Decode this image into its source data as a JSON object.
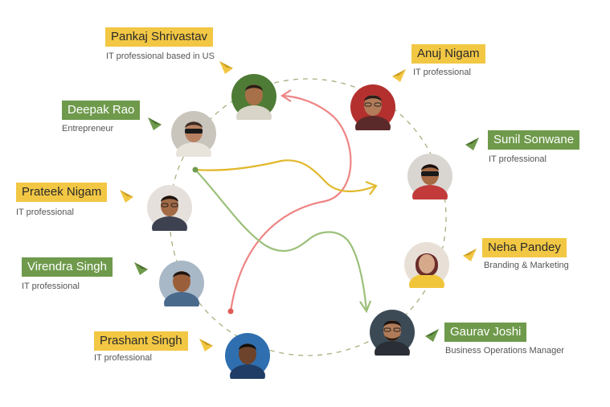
{
  "people": [
    {
      "id": "pankaj",
      "name": "Pankaj Shrivastav",
      "role": "IT professional based in US",
      "label_color": "yellow",
      "skin": "#a87048",
      "hair": "#2a1e16",
      "bg": "#4e7b35"
    },
    {
      "id": "deepak",
      "name": "Deepak Rao",
      "role": "Entrepreneur",
      "label_color": "green",
      "skin": "#b88262",
      "hair": "#3a2c24",
      "bg": "#c9c4bc"
    },
    {
      "id": "prateek",
      "name": "Prateek Nigam",
      "role": "IT professional",
      "label_color": "yellow",
      "skin": "#a26a46",
      "hair": "#1c1410",
      "bg": "#e6e0dc"
    },
    {
      "id": "virendra",
      "name": "Virendra Singh",
      "role": "IT professional",
      "label_color": "green",
      "skin": "#9a5f3a",
      "hair": "#1e1510",
      "bg": "#a9b8c6"
    },
    {
      "id": "prashant",
      "name": "Prashant Singh",
      "role": "IT professional",
      "label_color": "yellow",
      "skin": "#6d432b",
      "hair": "#141010",
      "bg": "#2f6fb0"
    },
    {
      "id": "anuj",
      "name": "Anuj Nigam",
      "role": "IT professional",
      "label_color": "yellow",
      "skin": "#b37d5a",
      "hair": "#2a1f18",
      "bg": "#b3302e"
    },
    {
      "id": "sunil",
      "name": "Sunil Sonwane",
      "role": "IT professional",
      "label_color": "green",
      "skin": "#a66a44",
      "hair": "#161010",
      "bg": "#d9d6d2"
    },
    {
      "id": "neha",
      "name": "Neha Pandey",
      "role": "Branding & Marketing",
      "label_color": "yellow",
      "skin": "#d7a98b",
      "hair": "#6a2d2a",
      "bg": "#e8e0d6"
    },
    {
      "id": "gaurav",
      "name": "Gaurav Joshi",
      "role": "Business Operations Manager",
      "label_color": "green",
      "skin": "#b07b58",
      "hair": "#1c1410",
      "bg": "#3c4a56"
    }
  ],
  "colors": {
    "label_yellow": "#f2c744",
    "label_green": "#6f9a4c",
    "ring_dash": "#a7b07e",
    "link_red": "#ee8584",
    "link_yellow": "#e2b82c",
    "link_green": "#9cc07a"
  },
  "links": [
    {
      "from": "prashant",
      "to": "pankaj",
      "color": "red"
    },
    {
      "from": "deepak",
      "to": "sunil",
      "color": "yellow"
    },
    {
      "from": "deepak",
      "to": "gaurav",
      "color": "green"
    }
  ]
}
